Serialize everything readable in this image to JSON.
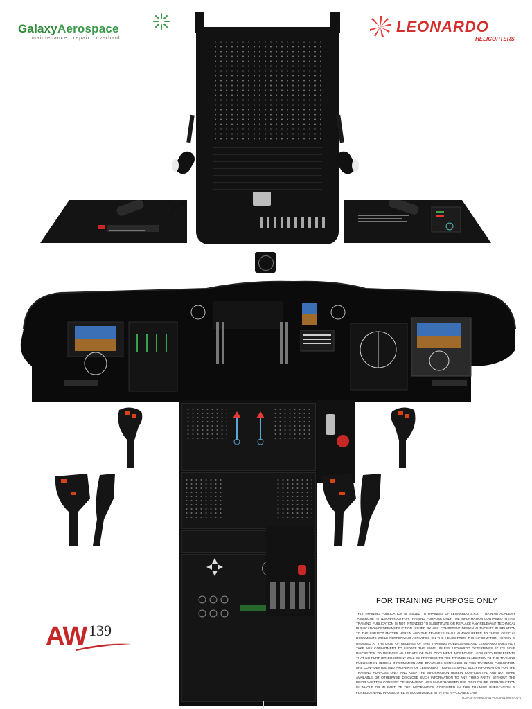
{
  "logos": {
    "galaxy": {
      "name_part1": "Galaxy",
      "name_part2": "Aerospace",
      "tagline": "maintenance . repair . overhaul",
      "brand_color": "#2f8a3a"
    },
    "leonardo": {
      "word": "LEONARDO",
      "sub": "HELICOPTERS",
      "brand_color": "#d32f2f"
    }
  },
  "aircraft": {
    "model_prefix": "AW",
    "model_number": "139",
    "accent_color": "#c62828"
  },
  "training": {
    "title": "FOR TRAINING PURPOSE ONLY",
    "body": "This training publication is issued to trainees of Leonardo S.p.A. - Training Academy \"A.Marchetti\" (Leonardo) for training purpose only. The information contained in this training publication is not intended to substitute or replace any relevant technical publication/order/instruction issued by any competent design authority in relation to the subject matter herein and the trainees shall always refer to these official documents while performing activities on the helicopter. The information herein is updated at the date of release of this training publication and Leonardo does not take any commitment to update the same unless Leonardo determines at its sole discretion to release an update of this document. Moreover Leonardo represents that no further document will be provided to the trainee in addition to the training publication herein. Information and drawings contained in this training publication are confidential and property of Leonardo. Trainees shall such information for the training purpose only and keep the information herein confidential and not make available or otherwise disclose such information to any third party without the prior written consent of Leonardo. Any unauthorised use disclosure reproduction in whole or in part of the information contained in this training publication is forbidden and prosecuted in accordance with the applicable law.",
    "doc_code": "TCM-39-A-390000-01-A0-00-01000-A-01-1"
  },
  "icons": {
    "galaxy_mark": "star-burst-icon",
    "leonardo_mark": "rose-fan-icon",
    "side_arrows": "curved-arrow-icon"
  }
}
